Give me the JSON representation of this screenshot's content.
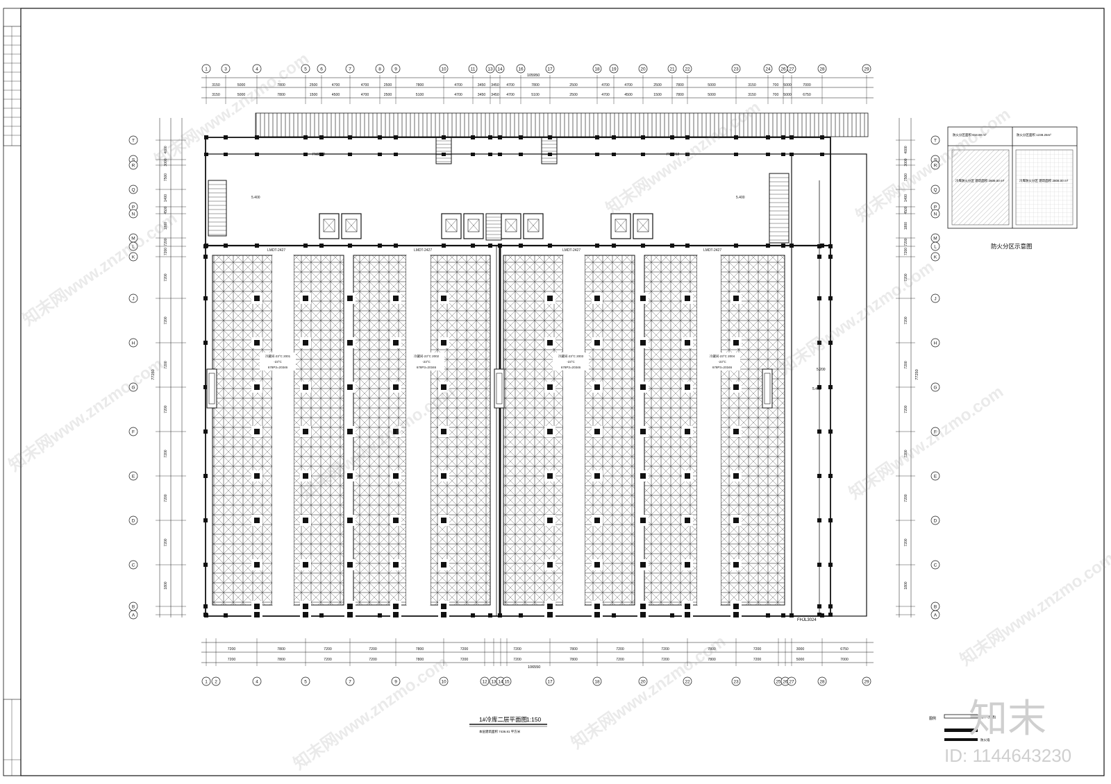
{
  "drawing": {
    "title": "1#冷库二层平面图",
    "scale": "1:150",
    "note": "本层建筑面积 7436.81 平方米",
    "fire_zone_caption": "防火分区示意图",
    "fire_zone_a_header": "防火分区面积 818.88 m²",
    "fire_zone_b_header": "防火分区面积 1238.25m²",
    "fire_zone_a_text": "冷库防火分区 建筑面积 2808.00 m²",
    "fire_zone_b_text": "冷库防火分区 建筑面积 2808.00 m²",
    "overall_top": "105950",
    "overall_bottom": "106550",
    "overall_side": "77250",
    "room_temp": "-23°C",
    "room_volume": "678P3=20346",
    "grade_1": "5.400",
    "grade_2": "5.200",
    "door_tag": "FHJL3024",
    "legend_title": "图例",
    "legend_1": "墙体 (保温)",
    "legend_2": "防火墙"
  },
  "grid_top": [
    "1",
    "3",
    "4",
    "5",
    "6",
    "7",
    "8",
    "9",
    "10",
    "11",
    "13",
    "14",
    "16",
    "17",
    "18",
    "19",
    "20",
    "21",
    "22",
    "23",
    "24",
    "26",
    "27",
    "28",
    "29"
  ],
  "grid_bottom": [
    "1",
    "2",
    "4",
    "5",
    "7",
    "9",
    "10",
    "12",
    "13",
    "14",
    "15",
    "17",
    "18",
    "20",
    "22",
    "23",
    "25",
    "26",
    "27",
    "28",
    "29"
  ],
  "grid_rows": [
    "T",
    "S",
    "R",
    "Q",
    "P",
    "N",
    "M",
    "L",
    "K",
    "J",
    "H",
    "G",
    "F",
    "E",
    "D",
    "C",
    "B",
    "A"
  ],
  "dims_top_1": [
    "3150",
    "5000",
    "7800",
    "2500",
    "4700",
    "4700",
    "2500",
    "7800",
    "4700",
    "3450",
    "3450",
    "4700",
    "7800",
    "2500",
    "4700",
    "4700",
    "2500",
    "7800",
    "5000",
    "3150",
    "700",
    "5000",
    "7000"
  ],
  "dims_top_2": [
    "3150",
    "5000",
    "7800",
    "1500",
    "4500",
    "4700",
    "2500",
    "5100",
    "4700",
    "3450",
    "3450",
    "4700",
    "5100",
    "2500",
    "4700",
    "4500",
    "1500",
    "7800",
    "5000",
    "3150",
    "700",
    "5000",
    "6750"
  ],
  "dims_bottom_1": [
    "7200",
    "7800",
    "7200",
    "7200",
    "7800",
    "7200",
    "7200",
    "7800",
    "7200",
    "7200",
    "7800",
    "7200",
    "3000",
    "6750"
  ],
  "dims_bottom_2": [
    "7200",
    "7800",
    "7200",
    "7200",
    "7800",
    "7200",
    "7200",
    "7800",
    "7200",
    "7200",
    "7800",
    "7200",
    "5000",
    "7000"
  ],
  "dims_left": [
    "4000",
    "3000",
    "7500",
    "1400",
    "4500",
    "1800",
    "7200",
    "7200",
    "7200",
    "7200",
    "7200",
    "7200",
    "7200",
    "7200",
    "7200",
    "1800"
  ],
  "rooms": [
    {
      "name": "冷藏间-23°C 2001",
      "t": "-23°C",
      "v": "678P3=20346"
    },
    {
      "name": "冷藏间-23°C 2002",
      "t": "-23°C",
      "v": "678P3=20346"
    },
    {
      "name": "冷藏间-23°C 2003",
      "t": "-23°C",
      "v": "678P3=20346"
    },
    {
      "name": "冷藏间-23°C 2004",
      "t": "-23°C",
      "v": "678P3=20346"
    }
  ],
  "tags": [
    "FM2212",
    "FM2212",
    "LMDT-2427",
    "LMDT-2427",
    "LMDT-2427",
    "LMDT-2427",
    "5.400",
    "5.400"
  ],
  "watermarks": {
    "brand": "知末",
    "id": "ID: 1144643230",
    "diag": "知末网www.znzmo.com"
  },
  "colors": {
    "line": "#111111",
    "hatch": "#9a9a9a",
    "watermark": "#c9c9c9"
  }
}
